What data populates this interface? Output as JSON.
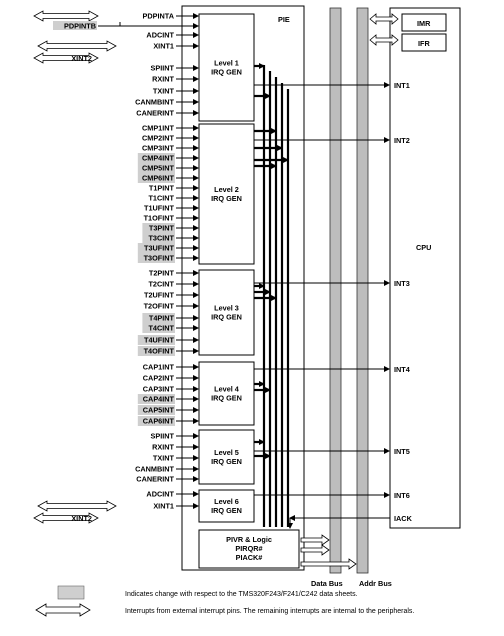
{
  "pie_label": "PIE",
  "cpu_label": "CPU",
  "registers": [
    "IMR",
    "IFR"
  ],
  "levels": [
    {
      "line1": "Level 1",
      "line2": "IRQ GEN",
      "output": "INT1",
      "inputs": [
        "SPIINT",
        "RXINT",
        "TXINT",
        "CANMBINT",
        "CANERINT"
      ],
      "shaded": []
    },
    {
      "line1": "Level 2",
      "line2": "IRQ GEN",
      "output": "INT2",
      "inputs": [
        "CMP1INT",
        "CMP2INT",
        "CMP3INT",
        "CMP4INT",
        "CMP5INT",
        "CMP6INT",
        "T1PINT",
        "T1CINT",
        "T1UFINT",
        "T1OFINT",
        "T3PINT",
        "T3CINT",
        "T3UFINT",
        "T3OFINT"
      ],
      "shaded": [
        "CMP4INT",
        "CMP5INT",
        "CMP6INT",
        "T3PINT",
        "T3CINT",
        "T3UFINT",
        "T3OFINT"
      ]
    },
    {
      "line1": "Level 3",
      "line2": "IRQ GEN",
      "output": "INT3",
      "inputs": [
        "T2PINT",
        "T2CINT",
        "T2UFINT",
        "T2OFINT",
        "T4PINT",
        "T4CINT",
        "T4UFINT",
        "T4OFINT"
      ],
      "shaded": [
        "T4PINT",
        "T4CINT",
        "T4UFINT",
        "T4OFINT"
      ]
    },
    {
      "line1": "Level 4",
      "line2": "IRQ GEN",
      "output": "INT4",
      "inputs": [
        "CAP1INT",
        "CAP2INT",
        "CAP3INT",
        "CAP4INT",
        "CAP5INT",
        "CAP6INT"
      ],
      "shaded": [
        "CAP4INT",
        "CAP5INT",
        "CAP6INT"
      ]
    },
    {
      "line1": "Level 5",
      "line2": "IRQ GEN",
      "output": "INT5",
      "inputs": [
        "SPIINT",
        "RXINT",
        "TXINT",
        "CANMBINT",
        "CANERINT"
      ],
      "shaded": []
    },
    {
      "line1": "Level 6",
      "line2": "IRQ GEN",
      "output": "INT6",
      "inputs": [
        "ADCINT",
        "XINT1"
      ],
      "shaded": []
    }
  ],
  "level1_top_inputs": [
    "PDPINTA",
    "ADCINT",
    "XINT1"
  ],
  "external_pins": {
    "pdpintb": "PDPINTB",
    "xint2_top": "XINT2",
    "xint2_bottom": "XINT2"
  },
  "pivr": {
    "line1": "PIVR & Logic",
    "line2": "PIRQR#",
    "line3": "PIACK#"
  },
  "iack": "IACK",
  "buses": {
    "data": "Data Bus",
    "addr": "Addr Bus"
  },
  "legend": [
    {
      "text": "Indicates change with respect to the TMS320F243/F241/C242 data sheets."
    },
    {
      "text": "Interrupts from external interrupt pins. The remaining interrupts are internal to the peripherals."
    }
  ]
}
